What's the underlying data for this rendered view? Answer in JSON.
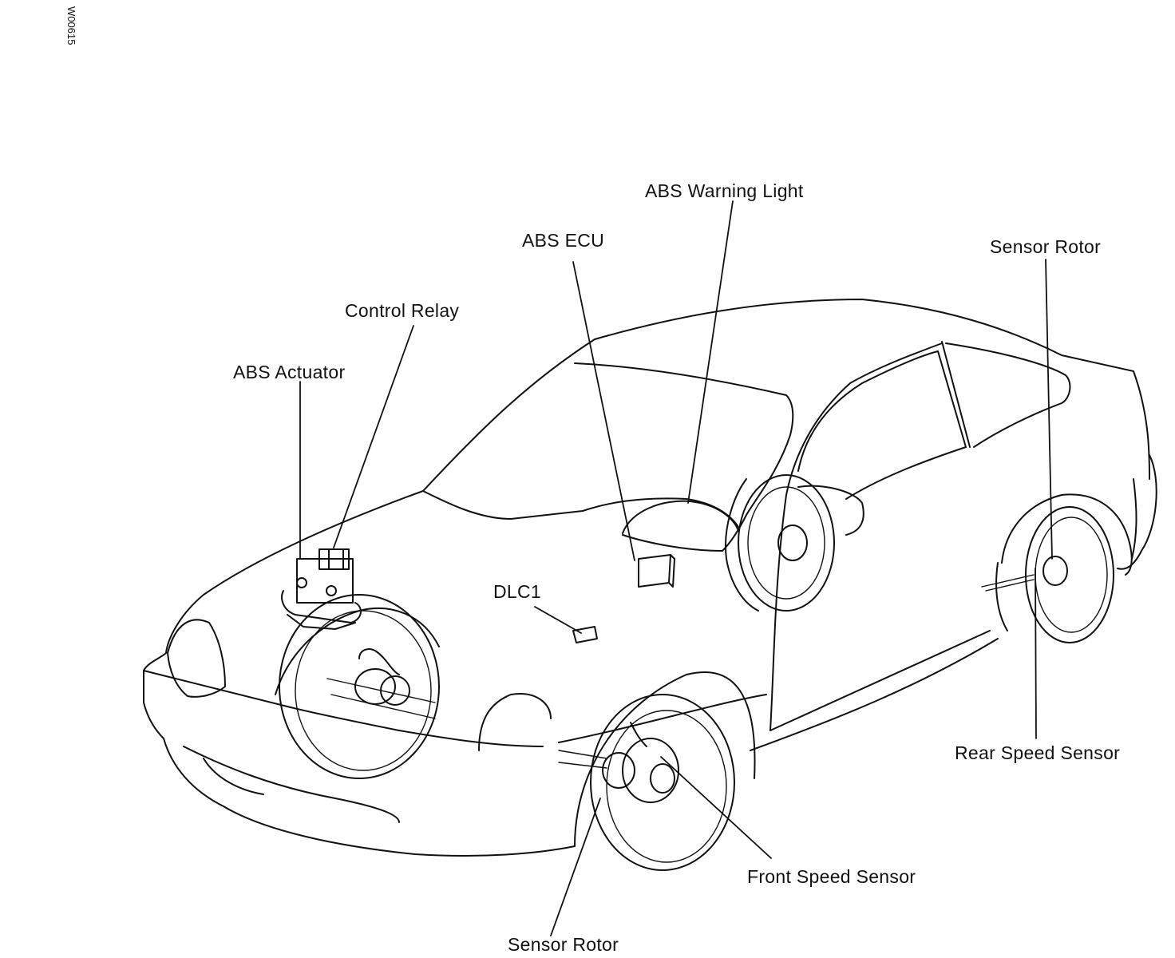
{
  "figure_code": "W00615",
  "labels": {
    "abs_warning_light": "ABS Warning Light",
    "abs_ecu": "ABS ECU",
    "control_relay": "Control Relay",
    "abs_actuator": "ABS Actuator",
    "dlc1": "DLC1",
    "sensor_rotor_rear": "Sensor Rotor",
    "rear_speed_sensor": "Rear Speed Sensor",
    "front_speed_sensor": "Front Speed Sensor",
    "sensor_rotor_front": "Sensor Rotor"
  }
}
